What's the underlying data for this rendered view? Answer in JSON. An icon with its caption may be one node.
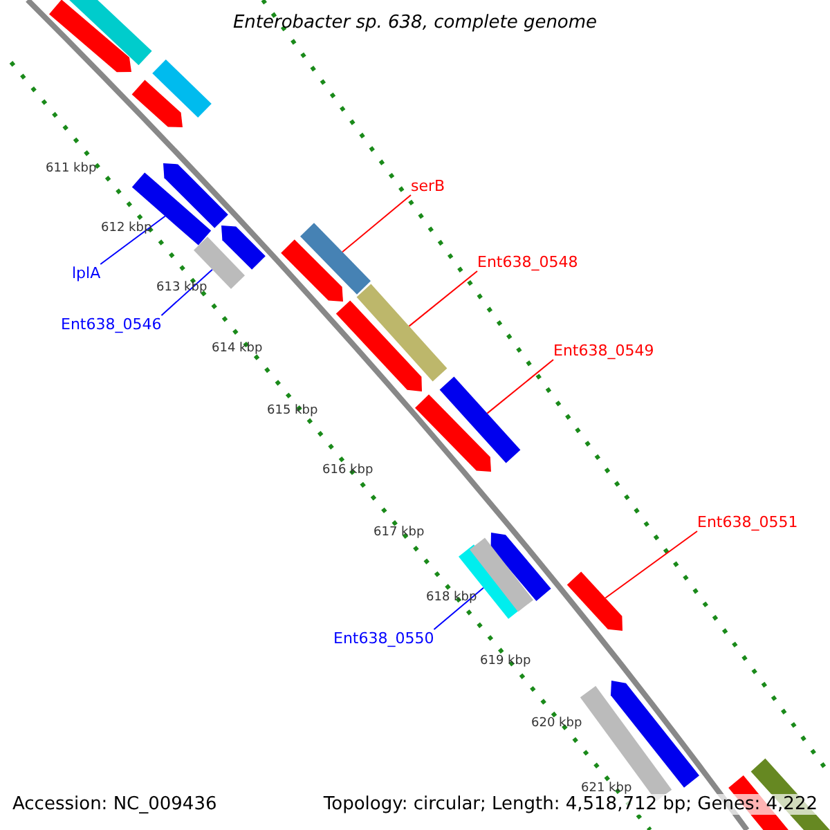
{
  "diagram": {
    "title": "Enterobacter sp. 638, complete genome",
    "nodes": [
      {
        "text": [
          "lplA"
        ]
      },
      {
        "text": [],
        "shape": "bar"
      },
      {
        "text": [
          "Ent638_0546"
        ]
      },
      {
        "text": [],
        "shape": "bar"
      },
      {
        "text": [
          "serB"
        ]
      },
      {
        "text": [],
        "shape": "bar"
      },
      {
        "text": [
          "Ent638_0548"
        ]
      },
      {
        "text": [],
        "shape": "bar"
      },
      {
        "text": [
          "Ent638_0549"
        ]
      },
      {
        "text": [],
        "shape": "bar"
      },
      {
        "text": [
          "Ent638_0550"
        ]
      },
      {
        "text": [],
        "shape": "bar"
      },
      {
        "text": [
          "Ent638_0551"
        ]
      },
      {
        "text": [],
        "shape": "arrow"
      },
      {
        "text": [],
        "shape": "bar"
      },
      {
        "text": [],
        "shape": "arrow"
      },
      {
        "text": [],
        "shape": "bar"
      },
      {
        "text": [],
        "shape": "arrow"
      },
      {
        "text": [],
        "shape": "arrow"
      },
      {
        "text": [],
        "shape": "arrow"
      },
      {
        "text": [],
        "shape": "arrow"
      },
      {
        "text": [],
        "shape": "arrow"
      },
      {
        "text": [],
        "shape": "arrow"
      },
      {
        "text": [],
        "shape": "arrow"
      },
      {
        "text": [],
        "shape": "bar"
      },
      {
        "text": [],
        "shape": "bar"
      },
      {
        "text": [],
        "shape": "arrow"
      },
      {
        "text": [],
        "shape": "bar"
      },
      {
        "text": [],
        "shape": "bar"
      }
    ],
    "edges": [
      {
        "from": 0,
        "to": 1,
        "arrow": "none",
        "color": "#0000ff"
      },
      {
        "from": 2,
        "to": 3,
        "arrow": "none",
        "color": "#0000ff"
      },
      {
        "from": 4,
        "to": 5,
        "arrow": "none"
      },
      {
        "from": 6,
        "to": 7,
        "arrow": "none"
      },
      {
        "from": 8,
        "to": 9,
        "arrow": "none"
      },
      {
        "from": 10,
        "to": 11,
        "arrow": "none",
        "color": "#0000ff"
      },
      {
        "from": 12,
        "to": 13,
        "arrow": "none"
      }
    ],
    "labels": [
      "611 kbp",
      "612 kbp",
      "613 kbp",
      "614 kbp",
      "615 kbp",
      "616 kbp",
      "617 kbp",
      "618 kbp",
      "619 kbp",
      "620 kbp",
      "621 kbp",
      "Accession: NC_009436",
      "Topology: circular; Length: 4,518,712 bp; Genes: 4,222"
    ]
  }
}
